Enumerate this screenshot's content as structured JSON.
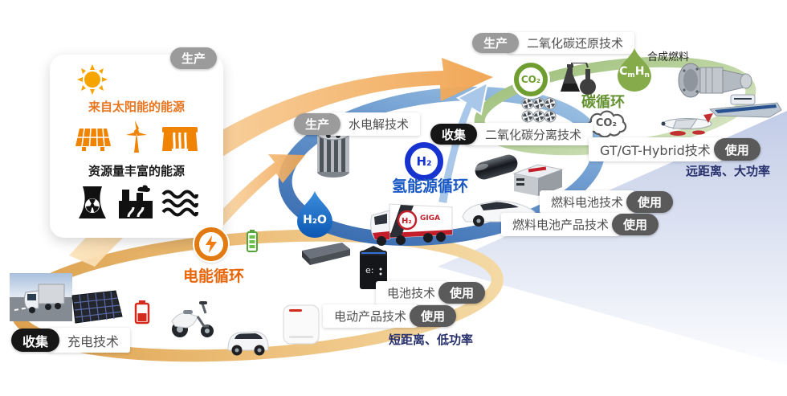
{
  "pills": {
    "produce": "生产",
    "collect": "收集",
    "use": "使用"
  },
  "energy_card": {
    "solar_title": "来自太阳能的能源",
    "abundant_title": "资源量丰富的能源"
  },
  "electric_cycle": {
    "name": "电能循环",
    "charging_tech": "充电技术",
    "battery_tech": "电池技术",
    "electric_product_tech": "电动产品技术",
    "range_note": "短距离、低功率",
    "battery_box_logo": "e:"
  },
  "hydrogen_cycle": {
    "name": "氢能源循环",
    "electrolysis_tech": "水电解技术",
    "h2_badge": "H₂",
    "h2o_badge": "H₂O",
    "fuel_cell_tech": "燃料电池技术",
    "fuel_cell_product_tech": "燃料电池产品技术",
    "truck_brand": "GIGA",
    "truck_logo": "H₂"
  },
  "carbon_cycle": {
    "name": "碳循环",
    "co2_reduction_tech": "二氧化碳还原技术",
    "co2_separation_tech": "二氧化碳分离技术",
    "synthetic_fuel_label": "合成燃料",
    "formula": {
      "c": "C",
      "m": "m",
      "h": "H",
      "n": "n"
    },
    "co2_badge": "CO₂",
    "co2_cloud": "CO₂",
    "gt_tech": "GT/GT-Hybrid技术",
    "range_note": "远距离、大功率"
  },
  "colors": {
    "electric_orange": "#e8650a",
    "ring_orange": "#e3aa5c",
    "hydrogen_blue": "#1b59c4",
    "ring_blue": "#3a6fb5",
    "carbon_green": "#649130",
    "ring_green": "#aac687",
    "pill_gray": "#9b9b9b",
    "pill_black": "#161616",
    "pill_dark_gray": "#5a5a5a",
    "note_navy": "#27306b"
  },
  "icons": [
    "sun-icon",
    "solar-panel-icon",
    "wind-turbine-icon",
    "hydro-dam-icon",
    "nuclear-plant-icon",
    "thermal-plant-icon",
    "waves-icon",
    "lightning-icon",
    "flask-icon",
    "fan-array-icon",
    "battery-green-icon",
    "battery-red-icon",
    "co2-cloud-icon",
    "h2o-drop-icon",
    "cmhn-drop-icon"
  ]
}
